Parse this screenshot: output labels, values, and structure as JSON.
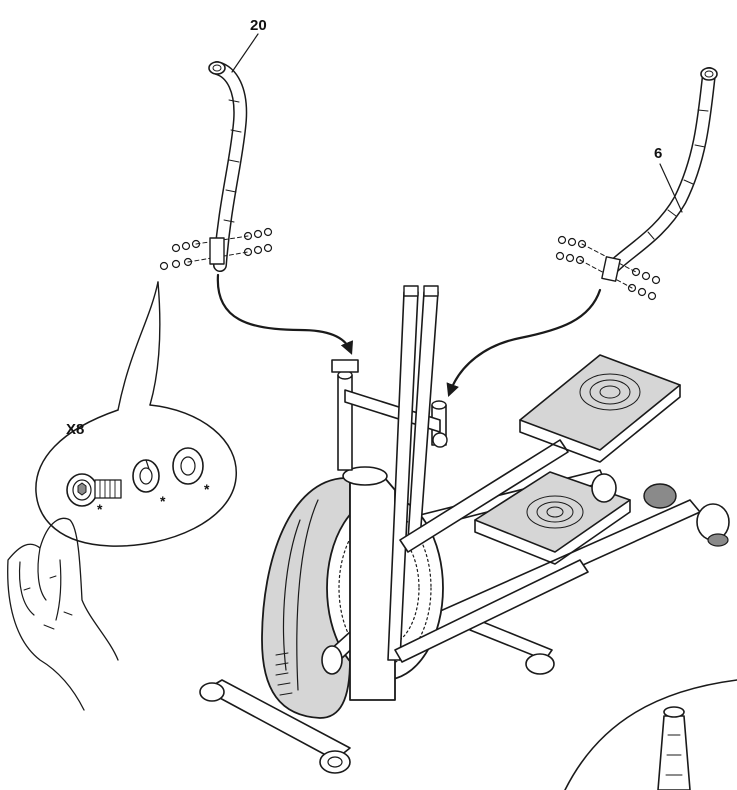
{
  "labels": {
    "part_left": "20",
    "part_right": "6",
    "quantity": "X8",
    "asterisk": "*"
  },
  "colors": {
    "line": "#1a1a1a",
    "fill_light": "#d6d6d6",
    "fill_dark": "#8a8a8a",
    "background": "#ffffff"
  }
}
